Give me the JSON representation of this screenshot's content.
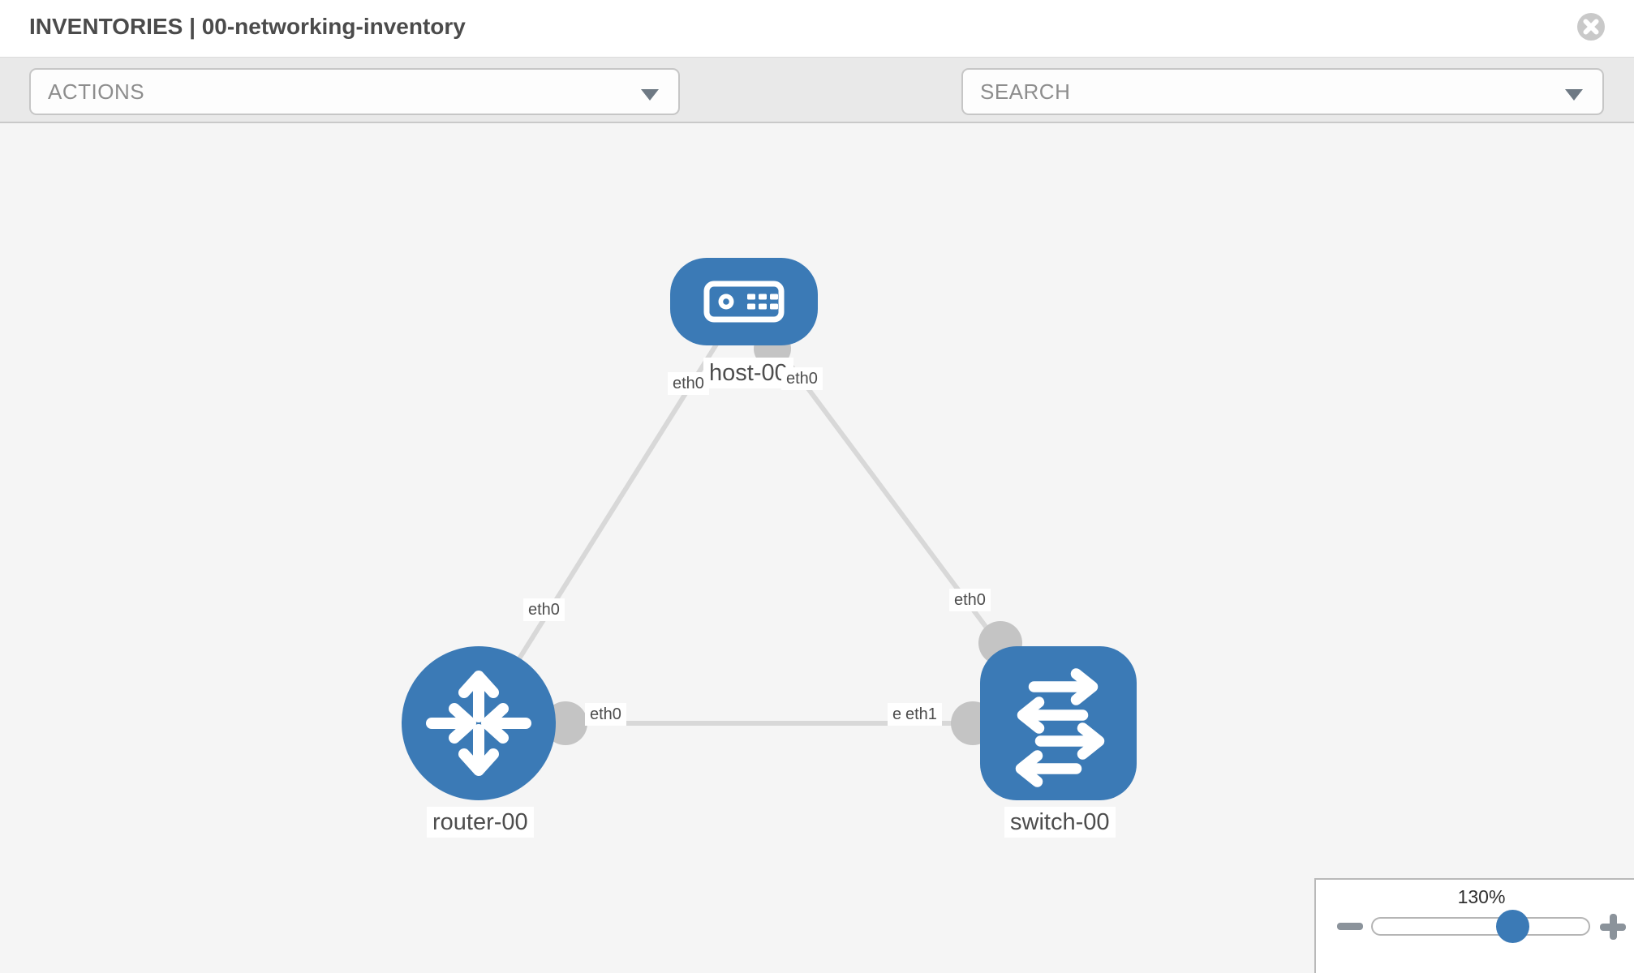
{
  "header": {
    "title": "INVENTORIES | 00-networking-inventory"
  },
  "toolbar": {
    "actions_label": "ACTIONS",
    "search_placeholder": "SEARCH"
  },
  "topology": {
    "nodes": [
      {
        "id": "host-00",
        "type": "host",
        "label": "host-00"
      },
      {
        "id": "router-00",
        "type": "router",
        "label": "router-00"
      },
      {
        "id": "switch-00",
        "type": "switch",
        "label": "switch-00"
      }
    ],
    "links": [
      {
        "source": "host-00",
        "target": "router-00",
        "source_interface": "eth0",
        "target_interface": "eth0"
      },
      {
        "source": "host-00",
        "target": "switch-00",
        "source_interface": "eth0",
        "target_interface": "eth0"
      },
      {
        "source": "router-00",
        "target": "switch-00",
        "source_interface": "eth0",
        "target_interface": "eth1",
        "overlap_interface": "eth0"
      }
    ]
  },
  "zoom_control": {
    "level": "130%",
    "percent": 64
  },
  "icons": {
    "close-icon": "circle-x",
    "wrench-icon": "wrench",
    "key-icon": "key",
    "caret-down-icon": "triangle-down",
    "minus-icon": "minus-bar",
    "plus-icon": "plus-bars",
    "host-icon": "server",
    "router-icon": "four-arrows",
    "switch-icon": "crossing-arrows"
  },
  "colors": {
    "node_blue": "#3b7ab6",
    "link_gray": "#d8d8d8",
    "connector_gray": "#c4c4c4",
    "toolbar_gray": "#e9e9e9",
    "canvas_gray": "#f5f5f5",
    "icon_slate": "#6e7984"
  }
}
